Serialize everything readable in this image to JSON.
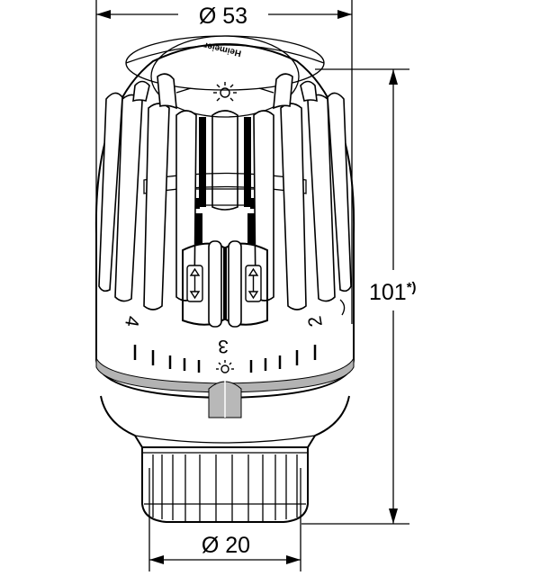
{
  "dimensions": {
    "top_diameter": "Ø 53",
    "bottom_diameter": "Ø 20",
    "height": "101",
    "height_mark": "*)"
  },
  "head": {
    "brand": "Heimeier",
    "scale": [
      "4",
      "3",
      "2"
    ],
    "frost_symbol": "frost-symbol-icon",
    "arrow_symbol": "up-down-arrow-icon"
  },
  "colors": {
    "line": "#000000",
    "indicator_band": "#b3b3b3",
    "pointer": "#b8b8b8"
  }
}
